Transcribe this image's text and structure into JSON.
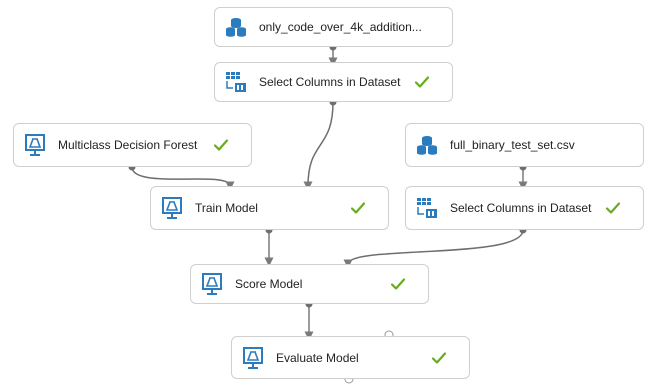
{
  "nodes": [
    {
      "id": "n1",
      "label": "only_code_over_4k_addition...",
      "icon": "dataset-icon",
      "status": ""
    },
    {
      "id": "n2",
      "label": "Select Columns in Dataset",
      "icon": "select-columns-icon",
      "status": "complete"
    },
    {
      "id": "n3",
      "label": "Multiclass Decision Forest",
      "icon": "model-icon",
      "status": "complete"
    },
    {
      "id": "n4",
      "label": "full_binary_test_set.csv",
      "icon": "dataset-icon",
      "status": ""
    },
    {
      "id": "n5",
      "label": "Train Model",
      "icon": "model-icon",
      "status": "complete"
    },
    {
      "id": "n6",
      "label": "Select Columns in Dataset",
      "icon": "select-columns-icon",
      "status": "complete"
    },
    {
      "id": "n7",
      "label": "Score Model",
      "icon": "model-icon",
      "status": "complete"
    },
    {
      "id": "n8",
      "label": "Evaluate Model",
      "icon": "model-icon",
      "status": "complete"
    }
  ],
  "colors": {
    "icon": "#2b7bbf",
    "check": "#6aab1e",
    "wire": "#7a7a7a",
    "border": "#cfcfcf"
  }
}
